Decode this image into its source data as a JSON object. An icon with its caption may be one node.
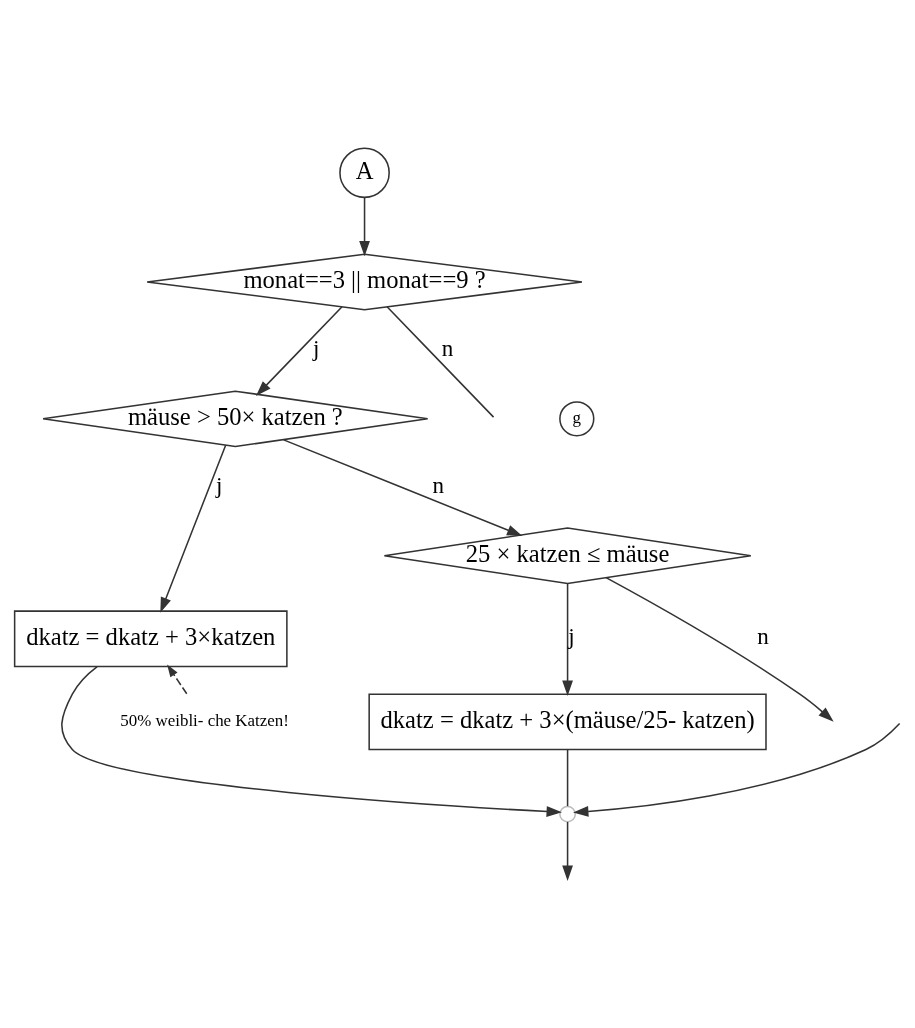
{
  "diagram": {
    "nodes": [
      {
        "text": [
          "A"
        ]
      },
      {
        "text": [
          "monat==3 || monat==9 ?"
        ]
      },
      {
        "text": [
          "g"
        ]
      },
      {
        "text": [
          "mäuse > 50× katzen ?"
        ]
      },
      {
        "text": [
          "dkatz = dkatz + 3×katzen"
        ]
      },
      {
        "text": [
          "25 × katzen ≤ mäuse"
        ]
      },
      {
        "text": [
          "50% weibli- che Katzen!"
        ]
      },
      {
        "text": [
          "dkatz = dkatz + 3×(mäuse/25- katzen)"
        ]
      },
      {
        "text": [],
        "shape": "point"
      }
    ],
    "edges": [
      {
        "from": 0,
        "to": 1,
        "arrow": "to"
      },
      {
        "from": 1,
        "to": 3,
        "arrow": "to",
        "label": "j"
      },
      {
        "from": 1,
        "to": null,
        "arrow": "none",
        "label": "n"
      },
      {
        "from": 3,
        "to": 4,
        "arrow": "to",
        "label": "j"
      },
      {
        "from": 3,
        "to": 5,
        "arrow": "to",
        "label": "n"
      },
      {
        "from": 5,
        "to": null,
        "arrow": "to",
        "label": "n"
      },
      {
        "from": 5,
        "to": 7,
        "arrow": "to",
        "label": "j"
      },
      {
        "from": 6,
        "to": 4,
        "arrow": "to",
        "style": "dashed"
      },
      {
        "from": 4,
        "to": 8,
        "arrow": "to"
      },
      {
        "from": 7,
        "to": 8,
        "arrow": "none"
      },
      {
        "from": null,
        "to": 8,
        "arrow": "to"
      },
      {
        "from": 8,
        "to": null,
        "arrow": "to"
      }
    ]
  }
}
